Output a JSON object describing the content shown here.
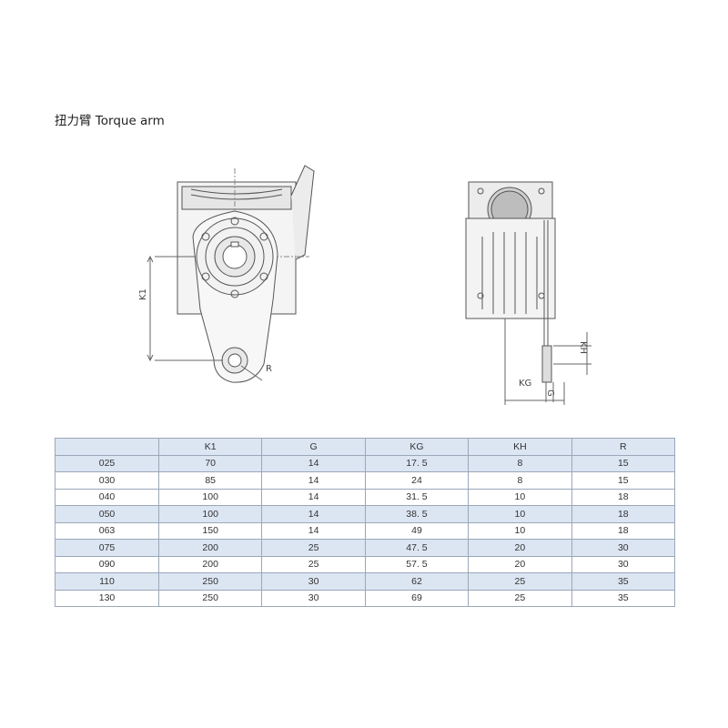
{
  "title": "扭力臂 Torque arm",
  "front_view": {
    "label_k1": "K1",
    "label_r": "R"
  },
  "side_view": {
    "label_kh": "KH",
    "label_kg": "KG",
    "label_g": "G"
  },
  "table": {
    "columns": [
      "",
      "K1",
      "G",
      "KG",
      "KH",
      "R"
    ],
    "rows": [
      [
        "025",
        "70",
        "14",
        "17. 5",
        "8",
        "15"
      ],
      [
        "030",
        "85",
        "14",
        "24",
        "8",
        "15"
      ],
      [
        "040",
        "100",
        "14",
        "31. 5",
        "10",
        "18"
      ],
      [
        "050",
        "100",
        "14",
        "38. 5",
        "10",
        "18"
      ],
      [
        "063",
        "150",
        "14",
        "49",
        "10",
        "18"
      ],
      [
        "075",
        "200",
        "25",
        "47. 5",
        "20",
        "30"
      ],
      [
        "090",
        "200",
        "25",
        "57. 5",
        "20",
        "30"
      ],
      [
        "110",
        "250",
        "30",
        "62",
        "25",
        "35"
      ],
      [
        "130",
        "250",
        "30",
        "69",
        "25",
        "35"
      ]
    ],
    "highlighted_rows": [
      0,
      3,
      5,
      7
    ],
    "header_color": "#dce6f3"
  }
}
